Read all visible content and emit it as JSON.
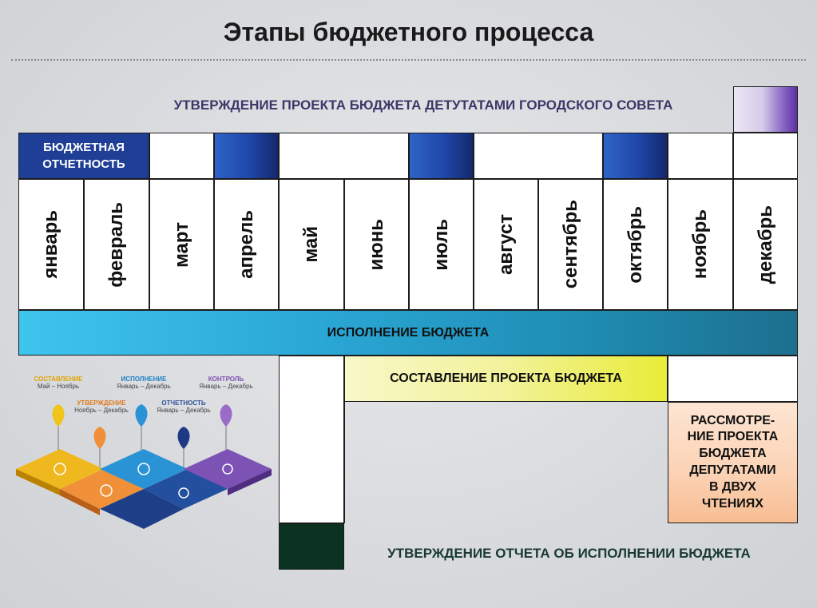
{
  "title": "Этапы бюджетного процесса",
  "labels": {
    "approve_project": "УТВЕРЖДЕНИЕ ПРОЕКТА БЮДЖЕТА ДЕТУТАТАМИ ГОРОДСКОГО СОВЕТА",
    "budget_reporting_line1": "БЮДЖЕТНАЯ",
    "budget_reporting_line2": "ОТЧЕТНОСТЬ",
    "execution": "ИСПОЛНЕНИЕ БЮДЖЕТА",
    "draft_project": "СОСТАВЛЕНИЕ ПРОЕКТА БЮДЖЕТА",
    "review_lines": [
      "РАССМОТРЕ-",
      "НИЕ ПРОЕКТА",
      "БЮДЖЕТА",
      "ДЕПУТАТАМИ",
      "В ДВУХ",
      "ЧТЕНИЯХ"
    ],
    "approve_report": "УТВЕРЖДЕНИЕ ОТЧЕТА ОБ ИСПОЛНЕНИИ БЮДЖЕТА"
  },
  "months": [
    "январь",
    "февраль",
    "март",
    "апрель",
    "май",
    "июнь",
    "июль",
    "август",
    "сентябрь",
    "октябрь",
    "ноябрь",
    "декабрь"
  ],
  "puzzle": {
    "stages": [
      {
        "name": "СОСТАВЛЕНИЕ",
        "period": "Май – Ноябрь",
        "color": "#e0a400"
      },
      {
        "name": "УТВЕРЖДЕНИЕ",
        "period": "Ноябрь – Декабрь",
        "color": "#e07a1f"
      },
      {
        "name": "ИСПОЛНЕНИЕ",
        "period": "Январь – Декабрь",
        "color": "#1b7fc4"
      },
      {
        "name": "ОТЧЕТНОСТЬ",
        "period": "Январь – Декабрь",
        "color": "#2d4f99"
      },
      {
        "name": "КОНТРОЛЬ",
        "period": "Январь – Декабрь",
        "color": "#7d4fb0"
      }
    ]
  },
  "colors": {
    "execution_bar": "#2aa6d4",
    "draft_bar": "#f2f29a",
    "review_box": "#fbd2b4",
    "report_box": "#1f3e96",
    "approve_report_box": "#0c3322",
    "purple_box": "#5d2fa3"
  }
}
